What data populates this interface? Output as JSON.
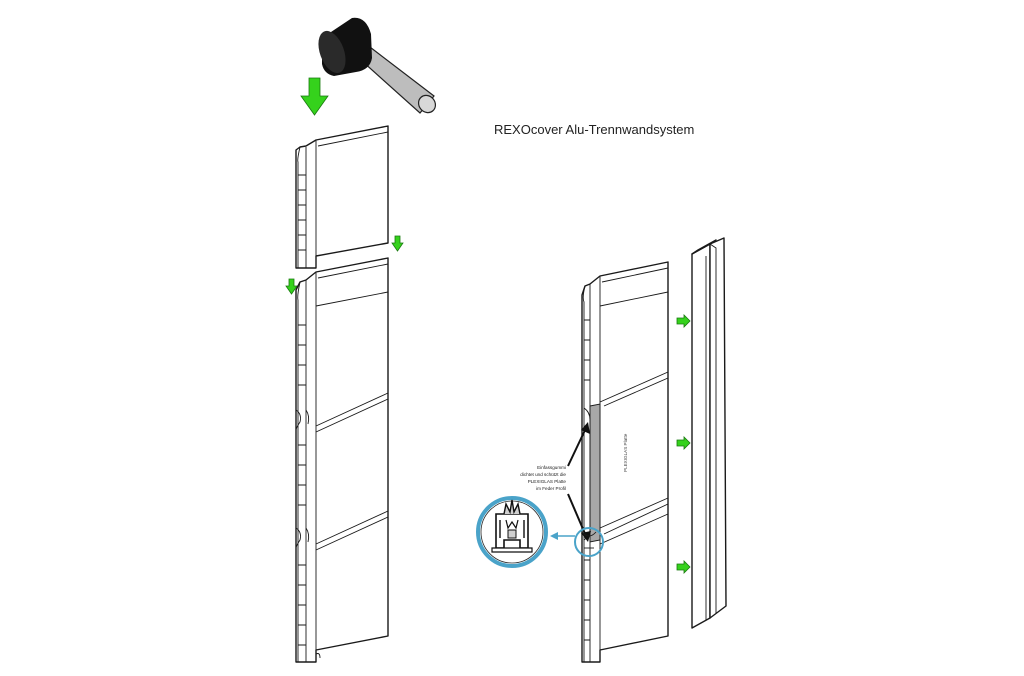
{
  "title": "REXOcover Alu-Trennwandsystem",
  "plexi_label": "PLEXIGLAS Platte",
  "note": {
    "line1": "Einfassgummi",
    "line2": "dichtet und schützt die",
    "line3": "PLEXIGLAS Platte",
    "line4": "im Feder Profil"
  },
  "colors": {
    "arrow_green": "#35d21c",
    "detail_ring": "#4aa3c9",
    "plexi_fill": "#a8a8a8",
    "mallet_head": "#111111",
    "mallet_handle": "#bdbdbd"
  },
  "icons": {
    "mallet": "rubber-mallet-icon",
    "arrow": "green-arrow-icon"
  }
}
